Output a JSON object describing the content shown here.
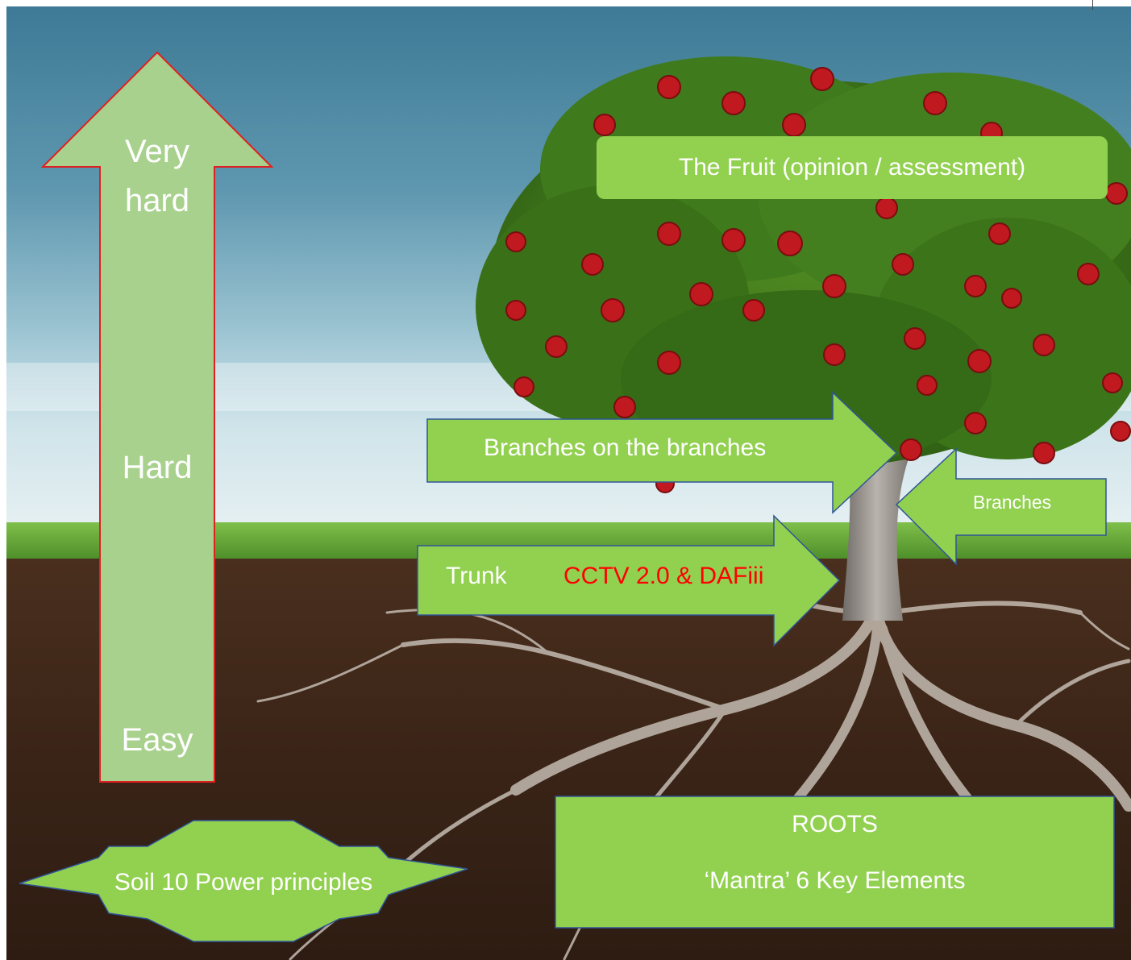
{
  "diagram": {
    "difficulty_arrow": {
      "top_label_line1": "Very",
      "top_label_line2": "hard",
      "middle_label": "Hard",
      "bottom_label": "Easy"
    },
    "fruit_box": {
      "label": "The Fruit  (opinion / assessment)"
    },
    "branches_on_branches_arrow": {
      "label": "Branches  on the branches"
    },
    "branches_arrow": {
      "label": "Branches"
    },
    "trunk_arrow": {
      "label": "Trunk",
      "highlight": "CCTV 2.0 & DAFiii"
    },
    "roots_box": {
      "title": "ROOTS",
      "subtitle": "‘Mantra’ 6 Key Elements"
    },
    "soil_shape": {
      "label": "Soil 10 Power principles"
    }
  },
  "colors": {
    "shape_fill": "#92d050",
    "difficulty_fill": "#a9d18e",
    "difficulty_border": "#e02020",
    "shape_border": "#2f5597",
    "label_text": "#ffffff",
    "highlight_text": "#ff0000"
  }
}
